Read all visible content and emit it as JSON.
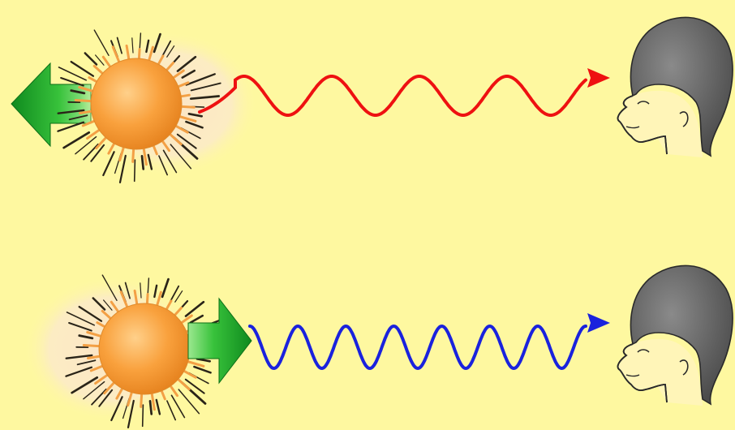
{
  "background": "#fef8a0",
  "panels": [
    {
      "id": "receding",
      "motion": "away-from-observer",
      "arrow_direction": "left",
      "arrow_icon": "green-left-arrow-icon",
      "wave_color": "#ee1111",
      "wave_icon": "red-light-wave",
      "cycles": 4,
      "star_icon": "sun-icon",
      "observer_icon": "observer-head-icon"
    },
    {
      "id": "approaching",
      "motion": "toward-observer",
      "arrow_direction": "right",
      "arrow_icon": "green-right-arrow-icon",
      "wave_color": "#1a22dd",
      "wave_icon": "blue-light-wave",
      "cycles": 7,
      "star_icon": "sun-icon",
      "observer_icon": "observer-head-icon"
    }
  ],
  "colors": {
    "sun_core": "#f9a13d",
    "sun_rays": "#f3a045",
    "sun_spikes": "#2a2418",
    "glow": "#f9e6cf",
    "arrow_green": "#22a42a",
    "arrow_green_light": "#7fe07a",
    "hair": "#6b6b6b",
    "face": "#fff5b8",
    "outline": "#2a2a2a"
  }
}
